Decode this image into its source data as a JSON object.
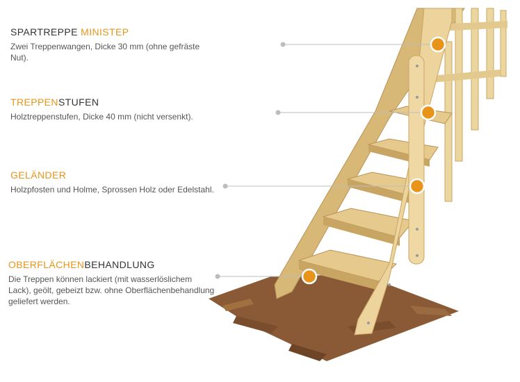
{
  "features": [
    {
      "title_a": "SPARTREPPE ",
      "title_b": "MINISTEP",
      "desc": "Zwei Treppenwangen, Dicke 30 mm (ohne gefräste Nut)."
    },
    {
      "title_a": "TREPPEN",
      "title_b": "STUFEN",
      "desc": "Holztreppenstufen, Dicke 40 mm (nicht versenkt)."
    },
    {
      "title_a": "GELÄNDER",
      "title_b": "",
      "desc": "Holzpfosten und Holme, Sprossen Holz oder Edelstahl."
    },
    {
      "title_a": "OBERFLÄCHEN",
      "title_b": "BEHANDLUNG",
      "desc": "Die Treppen können lackiert (mit wasserlöslichem Lack), geölt, gebeizt bzw. ohne Oberflächenbehandlung geliefert werden."
    }
  ],
  "colors": {
    "accent": "#e8941a",
    "wood_light": "#e8cf95",
    "wood_dark": "#c9a563",
    "floor": "#8a5a36"
  }
}
